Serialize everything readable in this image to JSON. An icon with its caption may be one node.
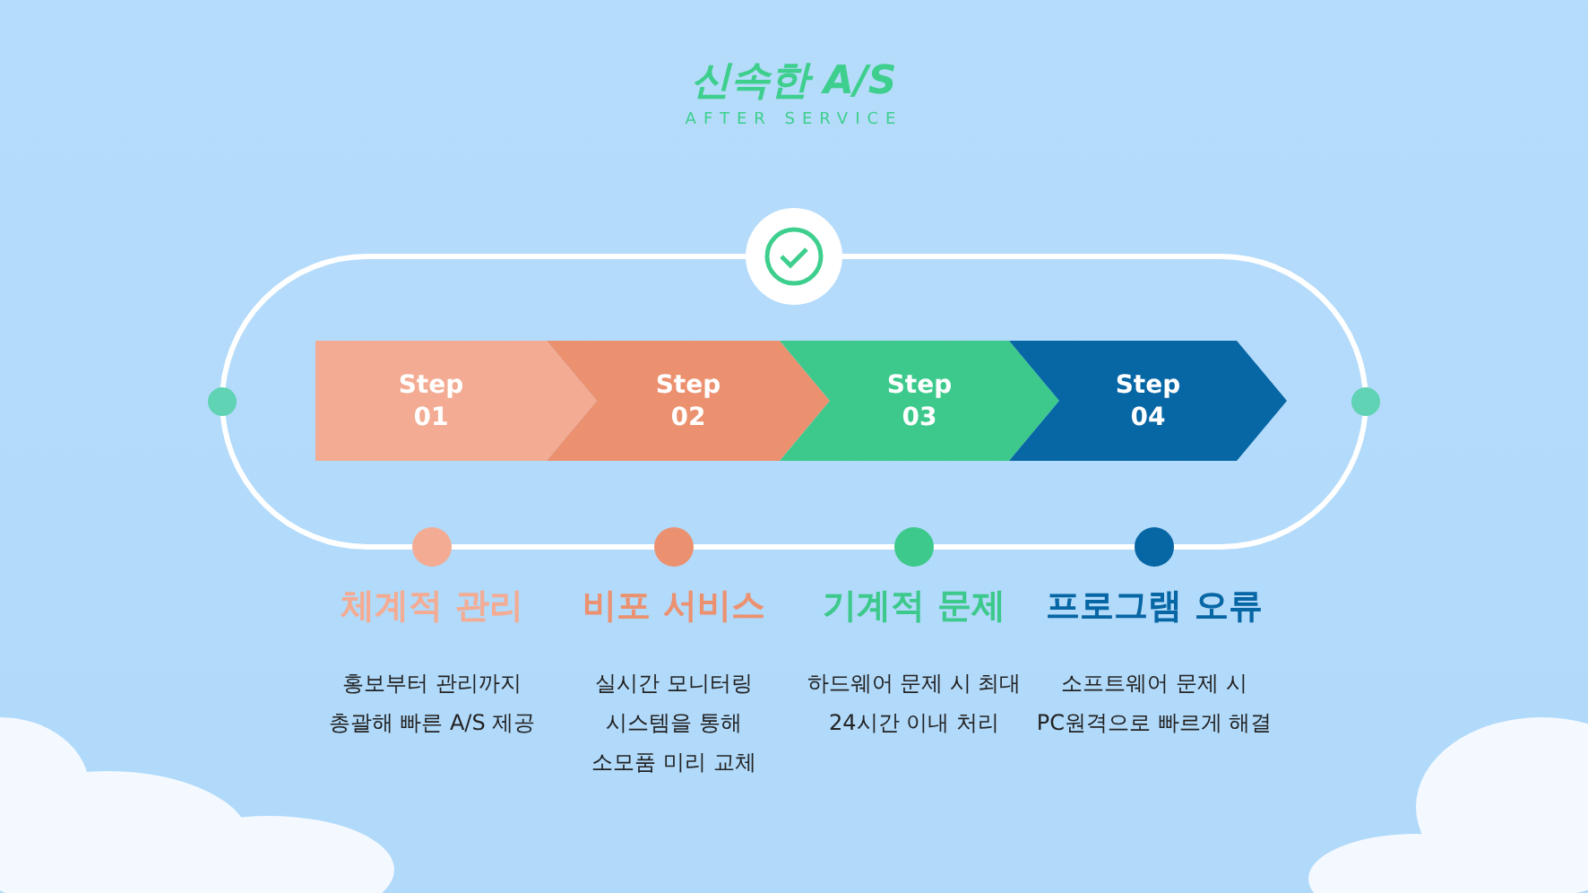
{
  "diagram": {
    "title": "신속한 A/S",
    "nodes": [
      {
        "text": [
          "Step 01"
        ]
      },
      {
        "text": [
          "Step 02"
        ]
      },
      {
        "text": [
          "Step 03"
        ]
      },
      {
        "text": [
          "Step 04"
        ]
      }
    ],
    "labels": [
      "AFTER SERVICE",
      "체계적 관리",
      "비포 서비스",
      "기계적 문제",
      "프로그램 오류",
      "홍보부터 관리까지 총괄해 빠른 A/S 제공",
      "실시간 모니터링 시스템을 통해 소모품 미리 교체",
      "하드웨어 문제 시 최대 24시간 이내 처리",
      "소프트웨어 문제 시 PC원격으로 빠르게 해결"
    ]
  }
}
